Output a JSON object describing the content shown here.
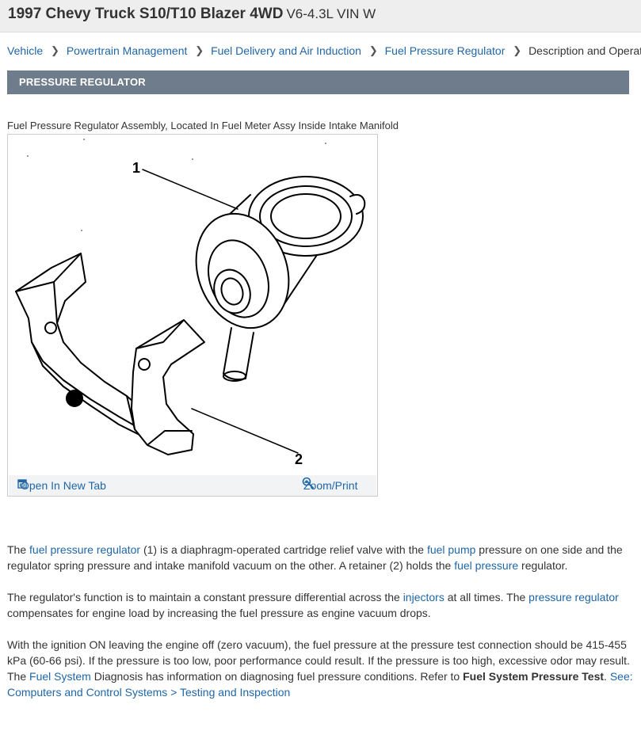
{
  "header": {
    "title": "1997 Chevy Truck S10/T10 Blazer 4WD",
    "subtitle": "V6-4.3L VIN W"
  },
  "breadcrumb": {
    "items": [
      "Vehicle",
      "Powertrain Management",
      "Fuel Delivery and Air Induction",
      "Fuel Pressure Regulator"
    ],
    "current": "Description and Operation",
    "separator": "❯"
  },
  "section": {
    "title": "PRESSURE REGULATOR"
  },
  "figure": {
    "caption": "Fuel Pressure Regulator Assembly, Located In Fuel Meter Assy Inside Intake Manifold",
    "callout_1": "1",
    "callout_2": "2",
    "open_new_tab": "Open In New Tab",
    "zoom_print": "Zoom/Print"
  },
  "paragraphs": {
    "p1": {
      "a": "The ",
      "link1": "fuel pressure regulator",
      "b": " (1) is a diaphragm-operated cartridge relief valve with the ",
      "link2": "fuel pump",
      "c": " pressure on one side and the regulator spring pressure and intake manifold vacuum on the other. A retainer (2) holds the ",
      "link3": "fuel pressure",
      "d": " regulator."
    },
    "p2": {
      "a": "The regulator's function is to maintain a constant pressure differential across the ",
      "link1": "injectors",
      "b": " at all times. The ",
      "link2": "pressure regulator",
      "c": " compensates for engine load by increasing the fuel pressure as engine vacuum drops."
    },
    "p3": {
      "a": "With the ignition ON leaving the engine off (zero vacuum), the fuel pressure at the pressure test connection should be 415-455 kPa (60-66 psi). If the pressure is too low, poor performance could result. If the pressure is too high, excessive odor may result. The ",
      "link1": "Fuel System",
      "b": " Diagnosis has information on diagnosing fuel pressure conditions. Refer to ",
      "bold": "Fuel System Pressure Test",
      "c": ". ",
      "link2": "See: Computers and Control Systems > Testing and Inspection"
    }
  },
  "colors": {
    "link": "#1f66a8",
    "section_header_bg": "#6f7c8b",
    "title_bar_bg": "#eeeeee"
  },
  "icons": {
    "open_tab": "open-in-new-tab-icon",
    "zoom": "magnifier-zoom-icon",
    "breadcrumb_separator": "chevron-right-icon"
  }
}
